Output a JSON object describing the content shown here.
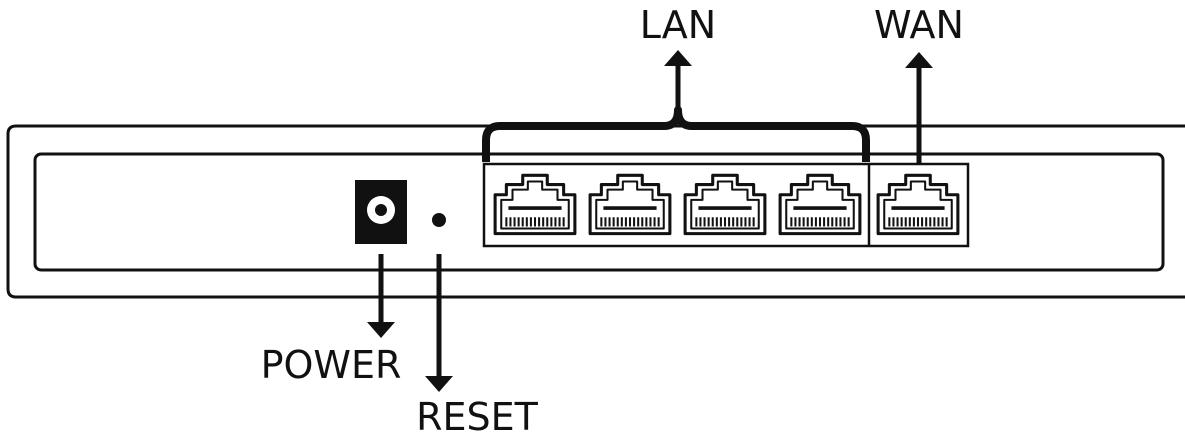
{
  "labels": {
    "lan": "LAN",
    "wan": "WAN",
    "power": "POWER",
    "reset": "RESET"
  },
  "ports": {
    "lan_count": 4,
    "wan_count": 1
  },
  "colors": {
    "stroke": "#111111",
    "background": "#ffffff"
  }
}
